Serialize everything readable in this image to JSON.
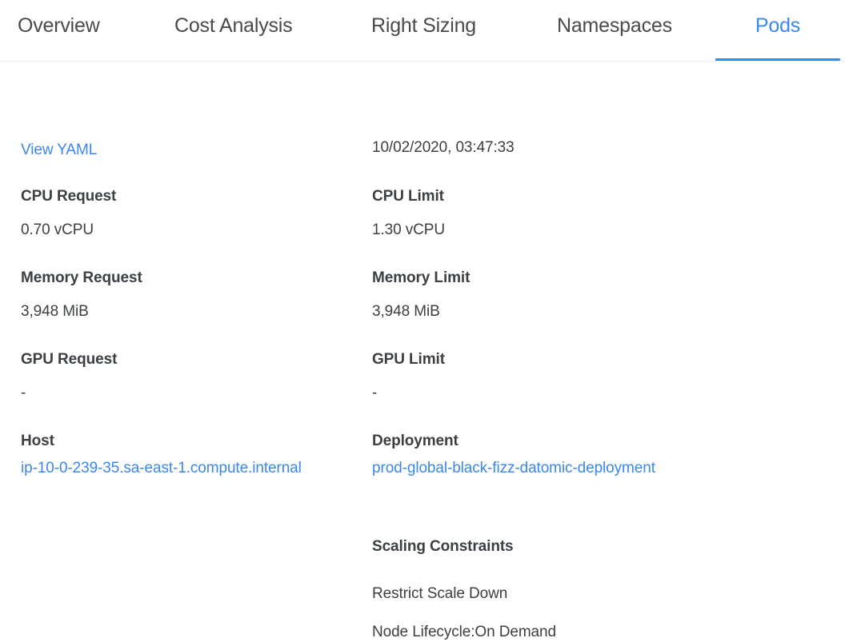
{
  "tabs": [
    {
      "label": "Overview",
      "active": false
    },
    {
      "label": "Cost Analysis",
      "active": false
    },
    {
      "label": "Right Sizing",
      "active": false
    },
    {
      "label": "Namespaces",
      "active": false
    },
    {
      "label": "Pods",
      "active": true
    }
  ],
  "colors": {
    "accent": "#3b87f0",
    "link": "#3b87f0",
    "text": "#3c4043",
    "tab_inactive": "#4a4a4a",
    "divider": "#eceff1",
    "background": "#ffffff"
  },
  "left_column": {
    "view_yaml_link": "View YAML",
    "cpu_request_label": "CPU Request",
    "cpu_request_value": "0.70 vCPU",
    "memory_request_label": "Memory Request",
    "memory_request_value": "3,948 MiB",
    "gpu_request_label": "GPU Request",
    "gpu_request_value": "-",
    "host_label": "Host",
    "host_value": "ip-10-0-239-35.sa-east-1.compute.internal"
  },
  "right_column": {
    "timestamp": "10/02/2020, 03:47:33",
    "cpu_limit_label": "CPU Limit",
    "cpu_limit_value": "1.30 vCPU",
    "memory_limit_label": "Memory Limit",
    "memory_limit_value": "3,948 MiB",
    "gpu_limit_label": "GPU Limit",
    "gpu_limit_value": "-",
    "deployment_label": "Deployment",
    "deployment_value": "prod-global-black-fizz-datomic-deployment",
    "scaling_constraints_label": "Scaling Constraints",
    "scaling_constraints": [
      "Restrict Scale Down",
      "Node Lifecycle:On Demand"
    ]
  }
}
